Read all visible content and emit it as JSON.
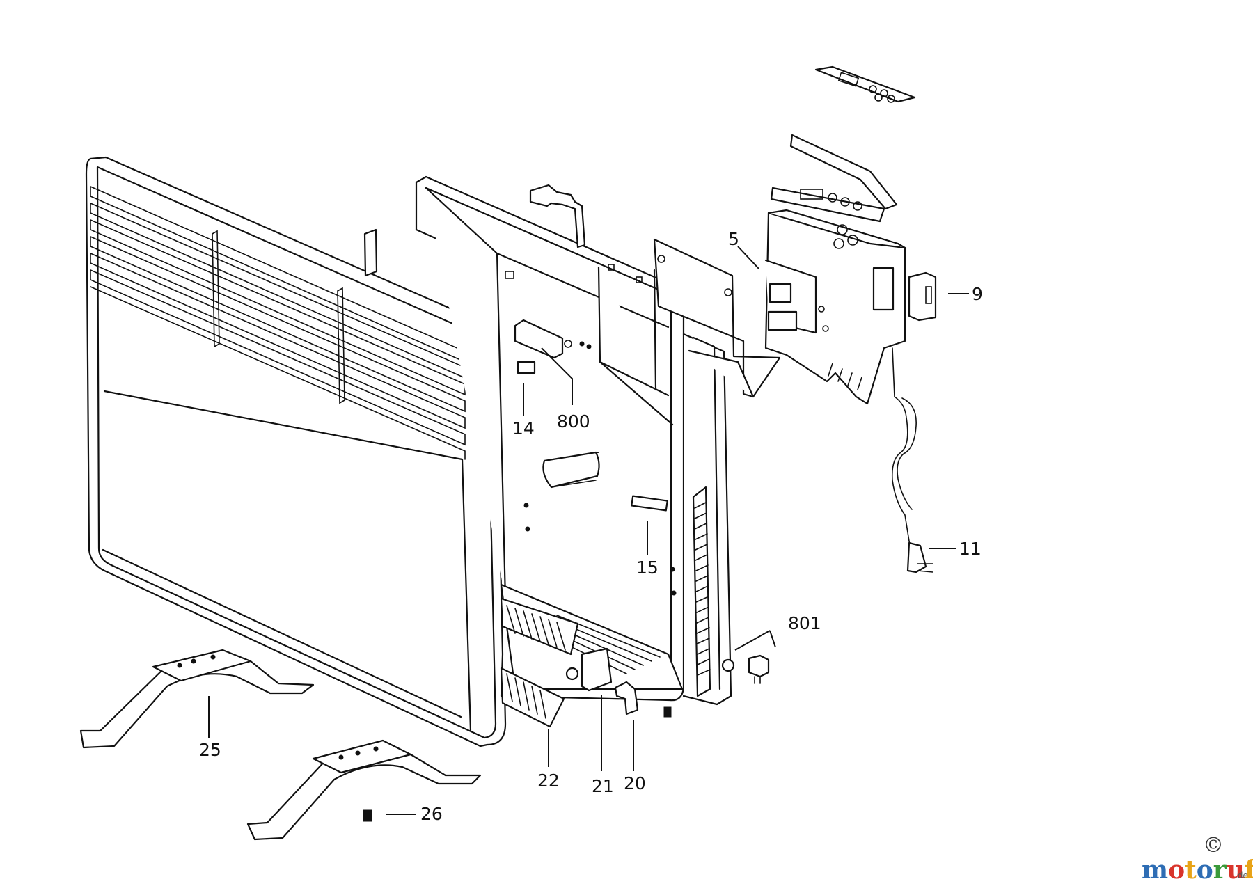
{
  "callouts": [
    {
      "id": "5",
      "text": "5"
    },
    {
      "id": "9",
      "text": "9"
    },
    {
      "id": "11",
      "text": "11"
    },
    {
      "id": "14",
      "text": "14"
    },
    {
      "id": "15",
      "text": "15"
    },
    {
      "id": "20",
      "text": "20"
    },
    {
      "id": "21",
      "text": "21"
    },
    {
      "id": "22",
      "text": "22"
    },
    {
      "id": "25",
      "text": "25"
    },
    {
      "id": "26",
      "text": "26"
    },
    {
      "id": "800",
      "text": "800"
    },
    {
      "id": "801",
      "text": "801"
    }
  ],
  "watermark": {
    "copyright": "©",
    "brand_letters": [
      {
        "ch": "m",
        "color": "#2e6db4"
      },
      {
        "ch": "o",
        "color": "#d9342b"
      },
      {
        "ch": "t",
        "color": "#e8a317"
      },
      {
        "ch": "o",
        "color": "#2e6db4"
      },
      {
        "ch": "r",
        "color": "#3a9a3a"
      },
      {
        "ch": "u",
        "color": "#d9342b"
      },
      {
        "ch": "f",
        "color": "#e8a317"
      }
    ],
    "domain_suffix": ".de"
  }
}
